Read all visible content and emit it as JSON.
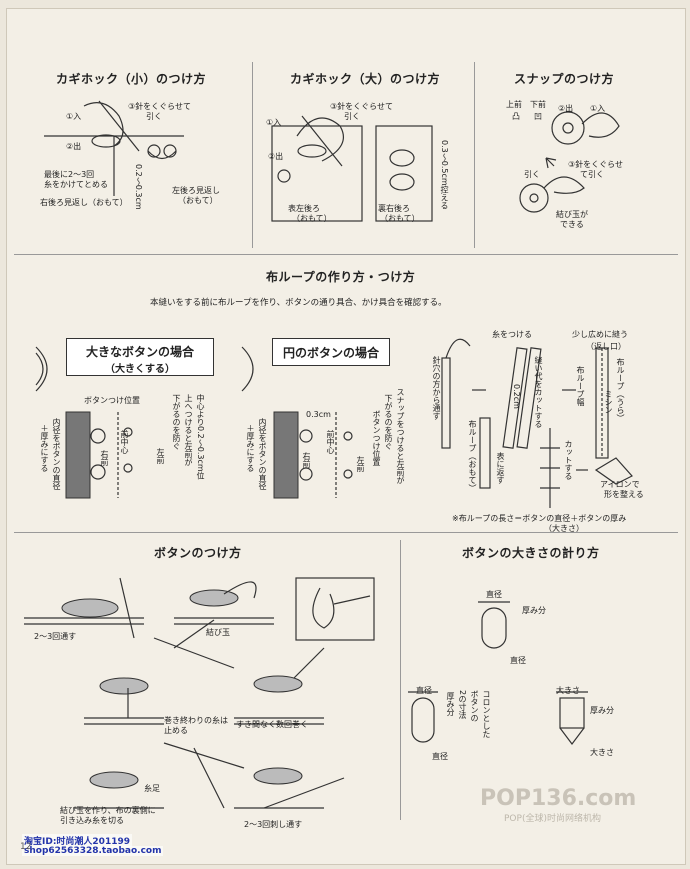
{
  "sections": {
    "hook_small": {
      "title": "カギホック（小）のつけ方",
      "l1": "①入",
      "l2": "③針をくぐらせて",
      "l3": "引く",
      "l4": "②出",
      "l5": "最後に2～3回",
      "l6": "糸をかけてとめる",
      "l7": "右後ろ見返し（おもて）",
      "l8": "左後ろ見返し",
      "l9": "（おもて）",
      "l10": "0.2～0.3cm"
    },
    "hook_large": {
      "title": "カギホック（大）のつけ方",
      "l1": "①入",
      "l2": "③針をくぐらせて",
      "l3": "引く",
      "l4": "②出",
      "l5": "表左後ろ",
      "l6": "（おもて）",
      "l7": "裏右後ろ",
      "l8": "（おもて）",
      "l9": "0.3～0.5cm控える"
    },
    "snap": {
      "title": "スナップのつけ方",
      "l1": "上前",
      "l2": "下前",
      "l3": "凸",
      "l4": "凹",
      "l5": "②出",
      "l6": "①入",
      "l7": "③針をくぐらせ",
      "l8": "て引く",
      "l9": "引く",
      "l10": "結び玉が",
      "l11": "できる"
    },
    "loop": {
      "title": "布ループの作り方・つけ方",
      "intro": "本縫いをする前に布ループを作り、ボタンの通り具合、かけ具合を確認する。",
      "big_box_l1": "大きなボタンの場合",
      "big_box_l2": "（大きくする）",
      "round_box": "円のボタンの場合",
      "big_v1": "ボタンつけ位置",
      "big_v2": "中心より0.2～0.3cm位",
      "big_v3": "上へつけると左前が",
      "big_v4": "下がるのを防ぐ",
      "big_v5": "内径をボタンの直径",
      "big_v6": "＋厚みにする",
      "big_v7": "右前",
      "big_v8": "前中心",
      "big_v9": "左前",
      "round_v1": "0.3cm",
      "round_v2": "スナップをつけると左前が",
      "round_v3": "下がるのを防ぐ",
      "round_v4": "ボタンつけ位置",
      "round_v5": "内径をボタンの直径",
      "round_v6": "＋厚みにする",
      "round_v7": "右前",
      "round_v8": "前中心",
      "round_v9": "左前",
      "make_l1": "糸をつける",
      "make_l2": "少し広めに縫う",
      "make_l3": "（返し口）",
      "make_v1": "針穴の方から通す",
      "make_v2": "縫い代をカットする",
      "make_v3": "0.2cm",
      "make_v4": "布ループ幅",
      "make_v5": "布ループ（うら）",
      "make_v6": "ミシン",
      "make_v7": "表に返す",
      "make_v8": "布ループ（おもて）",
      "make_v9": "カットする",
      "make_l4": "アイロンで",
      "make_l5": "形を整える",
      "note1": "※布ループの長さ＝ボタンの直径＋ボタンの厚み",
      "note2": "（大きさ）"
    },
    "button_sew": {
      "title": "ボタンのつけ方",
      "l1": "2～3回通す",
      "l2": "結び玉",
      "l3": "巻き終わりの糸は",
      "l4": "止める",
      "l5": "すき間なく数回巻く",
      "l6": "糸足",
      "l7": "結び玉を作り、布の裏側に",
      "l8": "引き込み糸を切る",
      "l9": "2～3回刺し通す"
    },
    "button_size": {
      "title": "ボタンの大きさの計り方",
      "l1": "直径",
      "l2": "厚み分",
      "l3": "直径",
      "l4": "直径",
      "l5": "厚み分",
      "l6": "直径",
      "l7": "コロンとした",
      "l8": "ボタンの",
      "l9": "2の寸法",
      "l10": "大きさ",
      "l11": "厚み分",
      "l12": "大きさ"
    }
  },
  "watermark": {
    "logo": "POP136.com",
    "sub": "POP(全球)时尚网络机构"
  },
  "footer": {
    "line1": "淘宝ID:时尚潮人201199",
    "line2": "shop62563328.taobao.com"
  },
  "page_num": "12"
}
